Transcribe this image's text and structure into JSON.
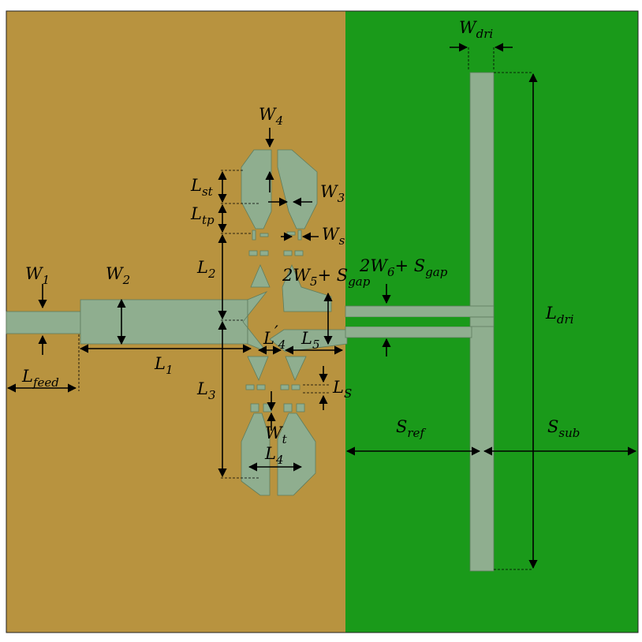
{
  "colors": {
    "substrate_left": "#b8933f",
    "substrate_right": "#1a9a1a",
    "metal": "#8fae8f",
    "metal_edge": "#5e7d5e",
    "border": "#222222",
    "arrow": "#000000"
  },
  "labels": {
    "w_dri": {
      "main": "W",
      "sub": "dri"
    },
    "w4": {
      "main": "W",
      "sub": "4"
    },
    "l_st": {
      "main": "L",
      "sub": "st"
    },
    "w3": {
      "main": "W",
      "sub": "3"
    },
    "l_tp": {
      "main": "L",
      "sub": "tp"
    },
    "w_s": {
      "main": "W",
      "sub": "s"
    },
    "l2": {
      "main": "L",
      "sub": "2"
    },
    "w6_gap": {
      "pre": "2",
      "main": "W",
      "sub": "6",
      "mid": "+ ",
      "main2": "S",
      "sub2": "gap"
    },
    "w5_gap": {
      "pre": "2",
      "main": "W",
      "sub": "5",
      "mid": "+ ",
      "main2": "S",
      "sub2": "gap"
    },
    "w1": {
      "main": "W",
      "sub": "1"
    },
    "w2": {
      "main": "W",
      "sub": "2"
    },
    "l_dri": {
      "main": "L",
      "sub": "dri"
    },
    "l4_prime": {
      "main": "L",
      "prime": "′",
      "sub": "4"
    },
    "l5": {
      "main": "L",
      "sub": "5"
    },
    "l1": {
      "main": "L",
      "sub": "1"
    },
    "l_feed": {
      "main": "L",
      "sub": "feed"
    },
    "l3": {
      "main": "L",
      "sub": "3"
    },
    "l_s": {
      "main": "L",
      "sub": "S"
    },
    "s_ref": {
      "main": "S",
      "sub": "ref"
    },
    "s_sub": {
      "main": "S",
      "sub": "sub"
    },
    "w_t": {
      "main": "W",
      "sub": "t"
    },
    "l4": {
      "main": "L",
      "sub": "4"
    }
  }
}
